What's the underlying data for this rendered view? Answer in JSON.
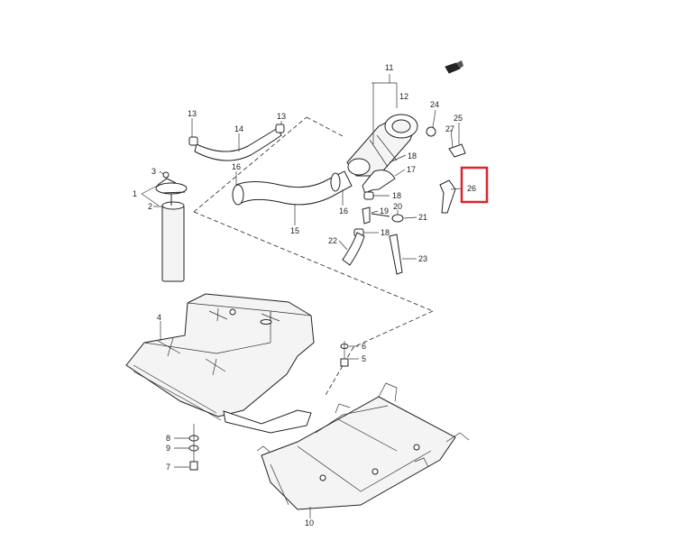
{
  "diagram": {
    "callouts": {
      "c1": "1",
      "c2": "2",
      "c3": "3",
      "c4": "4",
      "c5": "5",
      "c6": "6",
      "c7": "7",
      "c8": "8",
      "c9": "9",
      "c10": "10",
      "c11": "11",
      "c12": "12",
      "c13a": "13",
      "c13b": "13",
      "c14": "14",
      "c15": "15",
      "c16a": "16",
      "c16b": "16",
      "c17": "17",
      "c18a": "18",
      "c18b": "18",
      "c18c": "18",
      "c19": "19",
      "c20": "20",
      "c21": "21",
      "c22": "22",
      "c23": "23",
      "c24": "24",
      "c25": "25",
      "c26": "26",
      "c27": "27"
    },
    "highlight_color": "#d9262c",
    "line_color": "#222222",
    "orientation_icon": "front-arrow-icon"
  }
}
